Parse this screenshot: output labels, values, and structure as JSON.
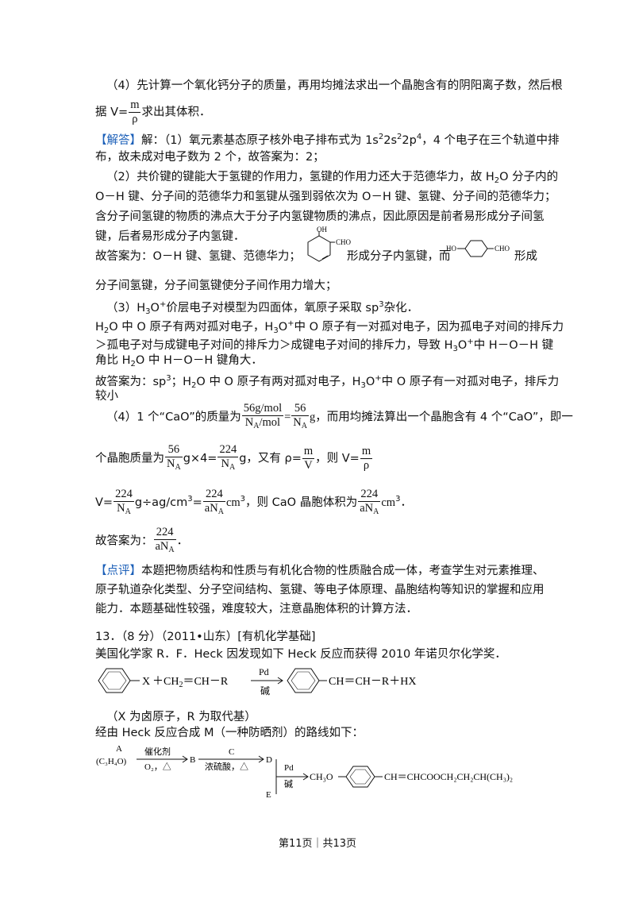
{
  "lines": {
    "p4_intro": "（4）先计算一个氧化钙分子的质量，再用均摊法求出一个晶胞含有的阴阳离子数，然后根",
    "p4_intro2_a": "据 V=",
    "p4_intro2_m": "m",
    "p4_intro2_rho": "ρ",
    "p4_intro2_b": "求出其体积．",
    "answer_tag": "【解答】",
    "ans1_a": "解：（1）氧元素基态原子核外电子排布式为 1s",
    "ans1_b": "，4 个电子在三个轨道中排",
    "ans1_c": "布，故未成对电子数为 2 个，故答案为：2；",
    "ans2_a": "（2）共价键的键能大于氢键的作用力，氢键的作用力还大于范德华力，故 H",
    "ans2_a2": "O 分子内的",
    "ans2_b": "O－H 键、分子间的范德华力和氢键从强到弱依次为 O－H 键、氢键、分子间的范德华力；",
    "ans2_c": "含分子间氢键的物质的沸点大于分子内氢键物质的沸点，因此原因是前者易形成分子间氢",
    "ans2_d": "键，后者易形成分子内氢键．",
    "ans2_e1": "故答案为：O－H 键、氢键、范德华力；",
    "ans2_e2": "形成分子内氢键，而",
    "ans2_e3": "形成",
    "ans2_f": "分子间氢键，分子间氢键使分子间作用力增大；",
    "ans3_a": "（3）H",
    "ans3_a2": "价层电子对模型为四面体，氧原子采取 sp",
    "ans3_a3": "杂化．",
    "ans3_b": "O 中 O 原子有两对孤对电子，H",
    "ans3_b2": "中 O 原子有一对孤对电子，因为孤电子对间的排斥力",
    "ans3_c": "＞孤电子对与成键电子对间的排斥力＞成键电子对间的排斥力，导致 H",
    "ans3_c2": "中 H－O－H 键",
    "ans3_d": "角比 H",
    "ans3_d2": "O 中 H－O－H 键角大．",
    "ans3_e": "故答案为：sp",
    "ans3_e2": "；H",
    "ans3_e3": "O 中 O 原子有两对孤对电子，H",
    "ans3_e4": "中 O 原子有一对孤对电子，排斥力",
    "ans3_f": "较小",
    "ans4_a": "（4）1 个“CaO”的质量为",
    "ans4_b": "，而用均摊法算出一个晶胞含有 4 个“CaO”，即一",
    "ans4_c": "个晶胞质量为",
    "ans4_c2": "g×4=",
    "ans4_c3": "g，又有 ρ=",
    "ans4_c4": "，则 V=",
    "ans4_d1": "V=",
    "ans4_d2": "g÷ag/cm",
    "ans4_d3": "=",
    "ans4_d4": "，则 CaO 晶胞体积为",
    "ans4_e": "故答案为：",
    "comment_tag": "【点评】",
    "comment_a": "本题把物质结构和性质与有机化合物的性质融合成一体，考查学生对元素推理、",
    "comment_b": "原子轨道杂化类型、分子空间结构、氢键、等电子体原理、晶胞结构等知识的掌握和应用",
    "comment_c": "能力．本题基础性较强，难度较大，注意晶胞体积的计算方法．",
    "q13_a": "13．（8 分）（2011•山东）[有机化学基础]",
    "q13_b": "美国化学家 R．F．Heck 因发现如下 Heck 反应而获得 2010 年诺贝尔化学奖．",
    "q13_c": "（X 为卤原子，R 为取代基）",
    "q13_d": "经由 Heck 反应合成 M（一种防晒剂）的路线如下："
  },
  "math": {
    "sup_1s": "2",
    "mid_2s": "2s",
    "sup_2s": "2",
    "mid_2p": "2p",
    "sup_2p": "4",
    "sub2": "2",
    "sub3": "3",
    "plus": "+",
    "sup3": "3",
    "f1_num": "56g/mol",
    "f1_den": "N",
    "f1_den_sub": "A",
    "f1_den_tail": "/mol",
    "eq": "=",
    "f2_num": "56",
    "f2_den": "N",
    "f2_den_sub": "A",
    "unit_g": "g",
    "f3_num": "56",
    "f4_num": "224",
    "m": "m",
    "v": "V",
    "rho": "ρ",
    "f5_num": "224",
    "f5_den": "aN",
    "f5_den_sub": "A",
    "cm": "cm",
    "cm_sup": "3",
    "period": "．",
    "dot": "．"
  },
  "heck": {
    "x": "X",
    "plus1": "＋CH",
    "sub2": "2",
    "mid": "＝CH－R",
    "cat_top": "Pd",
    "cat_bot": "碱",
    "product": "CH＝CH－R＋HX"
  },
  "route": {
    "a": "A",
    "a_formula": "(C₃H₄O)",
    "cat1_top": "催化剂",
    "cat1_bot": "O₂，△",
    "b": "B",
    "c": "C",
    "cat2_bot": "浓硫酸，△",
    "d": "D",
    "pd": "Pd",
    "base": "碱",
    "e": "E",
    "ch3o": "CH₃O",
    "tail": "CH＝CHCOOCH₂CH₂CH(CH₃)₂"
  },
  "struct_labels": {
    "oh": "OH",
    "cho": "CHO",
    "ho": "HO",
    "cho2": "CHO"
  },
  "footer": "第11页｜共13页"
}
